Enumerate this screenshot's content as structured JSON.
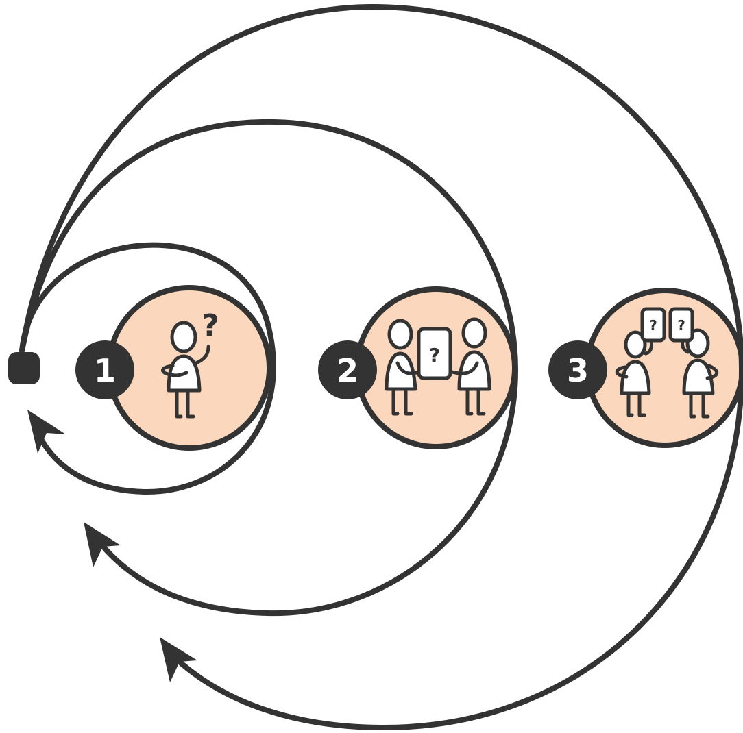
{
  "colors": {
    "line": "#333333",
    "stage_fill": "#fbd8bd",
    "badge_fill": "#333333",
    "badge_text": "#ffffff",
    "figure_fill": "#ffffff"
  },
  "stages": [
    {
      "number": "1",
      "icon": "person-with-question-icon",
      "question_marks": [
        "?"
      ]
    },
    {
      "number": "2",
      "icon": "two-people-sharing-card-icon",
      "question_marks": [
        "?"
      ]
    },
    {
      "number": "3",
      "icon": "two-people-with-cards-icon",
      "question_marks": [
        "?",
        "?"
      ]
    }
  ],
  "loops": [
    "loop-1-arrow",
    "loop-2-arrow",
    "loop-3-arrow"
  ]
}
